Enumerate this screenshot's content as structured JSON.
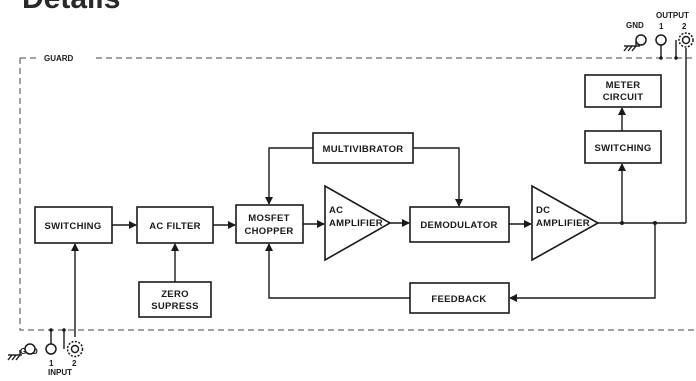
{
  "title_fragment": "Details",
  "guard_label": "GUARD",
  "blocks": {
    "switching_in": "SWITCHING",
    "ac_filter": "AC FILTER",
    "mosfet_chopper": [
      "MOSFET",
      "CHOPPER"
    ],
    "ac_amplifier": [
      "AC",
      "AMPLIFIER"
    ],
    "demodulator": "DEMODULATOR",
    "dc_amplifier": [
      "DC",
      "AMPLIFIER"
    ],
    "multivibrator": "MULTIVIBRATOR",
    "zero_supress": [
      "ZERO",
      "SUPRESS"
    ],
    "feedback": "FEEDBACK",
    "switching_out": "SWITCHING",
    "meter_circuit": [
      "METER",
      "CIRCUIT"
    ]
  },
  "input": {
    "label": "INPUT",
    "gnd": "GND",
    "terminal_1": "1",
    "terminal_2": "2"
  },
  "output": {
    "label": "OUTPUT",
    "gnd": "GND",
    "terminal_1": "1",
    "terminal_2": "2"
  },
  "colors": {
    "ink": "#1a1a1a",
    "paper": "#ffffff"
  }
}
